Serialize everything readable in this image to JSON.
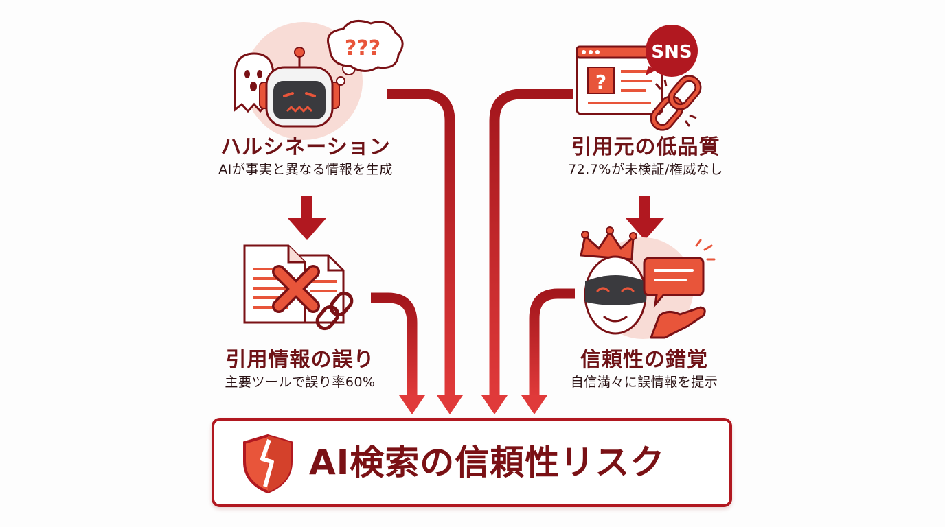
{
  "nodes": {
    "hallucination": {
      "title": "ハルシネーション",
      "subtitle": "AIが事実と異なる情報を生成",
      "bubble_text": "???"
    },
    "citation_error": {
      "title": "引用情報の誤り",
      "subtitle": "主要ツールで誤り率60%"
    },
    "low_quality_source": {
      "title": "引用元の低品質",
      "subtitle": "72.7%が未検証/権威なし",
      "badge_text": "SNS"
    },
    "illusion_of_reliability": {
      "title": "信頼性の錯覚",
      "subtitle": "自信満々に誤情報を提示"
    }
  },
  "result": {
    "title": "AI検索の信頼性リスク"
  },
  "colors": {
    "primary_red": "#b11820",
    "dark_red": "#7a1115",
    "accent_orange": "#e8553a",
    "soft_pink": "#f8dcd6"
  }
}
